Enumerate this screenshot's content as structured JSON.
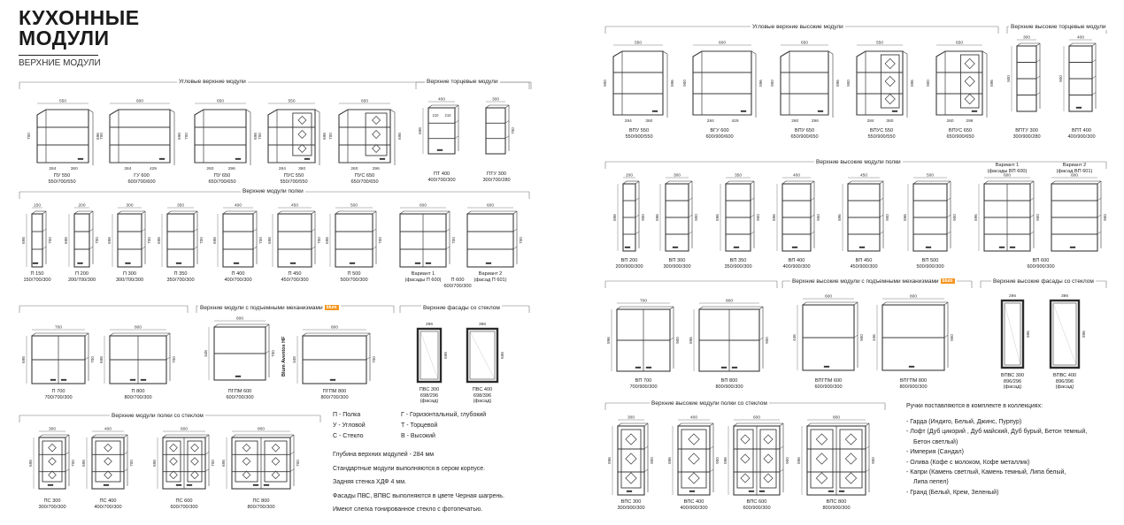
{
  "header": {
    "title_line1": "КУХОННЫЕ",
    "title_line2": "МОДУЛИ",
    "subtitle": "ВЕРХНИЕ МОДУЛИ"
  },
  "sections": {
    "corner_upper": "Угловые верхние модули",
    "end_upper": "Верхние торцевые модули",
    "shelf_upper": "Верхние модули полки",
    "lift_upper": "Верхние модули с подъемными механизмами",
    "glass_fronts": "Верхние фасады со стеклом",
    "glass_shelf_upper": "Верхние модули полки со стеклом",
    "corner_tall": "Угловые верхние высокие модули",
    "end_tall": "Верхние высокие торцевые модули",
    "shelf_tall": "Верхние высокие модули полки",
    "lift_tall": "Верхние высокие модули с подъемными механизмами",
    "glass_fronts_tall": "Верхние высокие фасады со стеклом",
    "glass_shelf_tall": "Верхние высокие модули полки со стеклом",
    "blum_badge": "blum"
  },
  "captions": {
    "pu550": [
      "ПУ 550",
      "550/700/550"
    ],
    "gu600": [
      "ГУ 600",
      "600/700/600"
    ],
    "pu650": [
      "ПУ 650",
      "650/700/650"
    ],
    "pus550": [
      "ПУС 550",
      "550/700/550"
    ],
    "pus650": [
      "ПУС 650",
      "650/700/650"
    ],
    "pt400": [
      "ПТ 400",
      "400/700/300"
    ],
    "ptu300": [
      "ПТУ 300",
      "300/700/280"
    ],
    "p150": [
      "П 150",
      "150/700/300"
    ],
    "p200": [
      "П 200",
      "200/700/300"
    ],
    "p300": [
      "П 300",
      "300/700/300"
    ],
    "p350": [
      "П 350",
      "350/700/300"
    ],
    "p400": [
      "П 400",
      "400/700/300"
    ],
    "p450": [
      "П 450",
      "450/700/300"
    ],
    "p500": [
      "П 500",
      "500/700/300"
    ],
    "var1": [
      "Вариант 1",
      "(фасады П 600)"
    ],
    "p600": [
      "П 600",
      "600/700/300"
    ],
    "var2": [
      "Вариант 2",
      "(фасад П 601)"
    ],
    "p700": [
      "П 700",
      "700/700/300"
    ],
    "p800": [
      "П 800",
      "800/700/300"
    ],
    "pgpm600": [
      "ПГПМ 600",
      "600/700/300"
    ],
    "pgpm800": [
      "ПГПМ 800",
      "800/700/300"
    ],
    "pvs300": [
      "ПВС 300",
      "698/296",
      "(фасад)"
    ],
    "pvs400": [
      "ПВС 400",
      "698/396",
      "(фасад)"
    ],
    "ps300": [
      "ПС 300",
      "300/700/300"
    ],
    "ps400": [
      "ПС 400",
      "400/700/300"
    ],
    "ps600": [
      "ПС 600",
      "600/700/300"
    ],
    "ps800": [
      "ПС 800",
      "800/700/300"
    ],
    "vpu550": [
      "ВПУ 550",
      "550/900/550"
    ],
    "vgu600": [
      "ВГУ 600",
      "600/900/600"
    ],
    "vpu650": [
      "ВПУ 650",
      "650/900/650"
    ],
    "vpus550": [
      "ВПУС 550",
      "550/900/550"
    ],
    "vpus650": [
      "ВПУС 650",
      "650/900/650"
    ],
    "vptu300": [
      "ВПТУ 300",
      "300/900/280"
    ],
    "vpt400": [
      "ВПТ 400",
      "400/900/300"
    ],
    "vp200": [
      "ВП 200",
      "200/900/300"
    ],
    "vp300": [
      "ВП 300",
      "300/900/300"
    ],
    "vp350": [
      "ВП 350",
      "350/900/300"
    ],
    "vp400": [
      "ВП 400",
      "400/900/300"
    ],
    "vp450": [
      "ВП 450",
      "450/900/300"
    ],
    "vp500": [
      "ВП 500",
      "500/900/300"
    ],
    "vp600": [
      "ВП 600",
      "600/900/300"
    ],
    "vvar1": [
      "Вариант 1",
      "(фасады ВП 600)"
    ],
    "vvar2": [
      "Вариант 2",
      "(фасад ВП 601)"
    ],
    "vp700": [
      "ВП 700",
      "700/900/300"
    ],
    "vp800": [
      "ВП 800",
      "800/900/300"
    ],
    "vpgpm600": [
      "ВПГПМ 600",
      "600/900/300"
    ],
    "vpgpm800": [
      "ВПГПМ 800",
      "800/900/300"
    ],
    "vpvs300": [
      "ВПВС 300",
      "896/296",
      "(фасад)"
    ],
    "vpvs400": [
      "ВПВС 400",
      "896/396",
      "(фасад)"
    ],
    "vps300": [
      "ВПС 300",
      "300/900/300"
    ],
    "vps400": [
      "ВПС 400",
      "400/900/300"
    ],
    "vps600": [
      "ВПС 600",
      "600/900/300"
    ],
    "vps800": [
      "ВПС 800",
      "800/900/300"
    ]
  },
  "blum_mech": "Blum Aventos HF",
  "legend": {
    "left": [
      "П - Полка",
      "У - Угловой",
      "С - Стекло"
    ],
    "right": [
      "Г - Горизонтальный, глубокий",
      "Т - Торцевой",
      "В - Высокий"
    ]
  },
  "notes": [
    "Глубина верхних модулей - 284 мм",
    "Стандартные модули выполняются в сером корпусе.",
    "Задняя стенка ХДФ 4 мм.",
    "Фасады ПВС, ВПВС выполняются в цвете Черная шагрень.",
    "Имеют слегка тонированное стекло с фотопечатью."
  ],
  "handles": {
    "intro": "Ручки поставляются в комплекте в коллекциях:",
    "items": [
      "- Гарда (Индиго, Белый, Джинс, Пурпур)",
      "- Лофт (Дуб цикорий , Дуб майский, Дуб бурый, Бетон темный,",
      "  Бетон светлый)",
      "- Империя (Сандал)",
      "- Олива (Кофе с молоком, Кофе металлик)",
      "- Капри (Камень светлый, Камень темный, Липа белый,",
      "  Липа пепел)",
      "- Гранд (Белый, Крем, Зеленый)"
    ]
  },
  "colors": {
    "line": "#3a3a3a",
    "dim": "#555555",
    "blum": "#f7941d",
    "glass_frame": "#2b2b2b",
    "glass_fill": "#ffffff"
  }
}
